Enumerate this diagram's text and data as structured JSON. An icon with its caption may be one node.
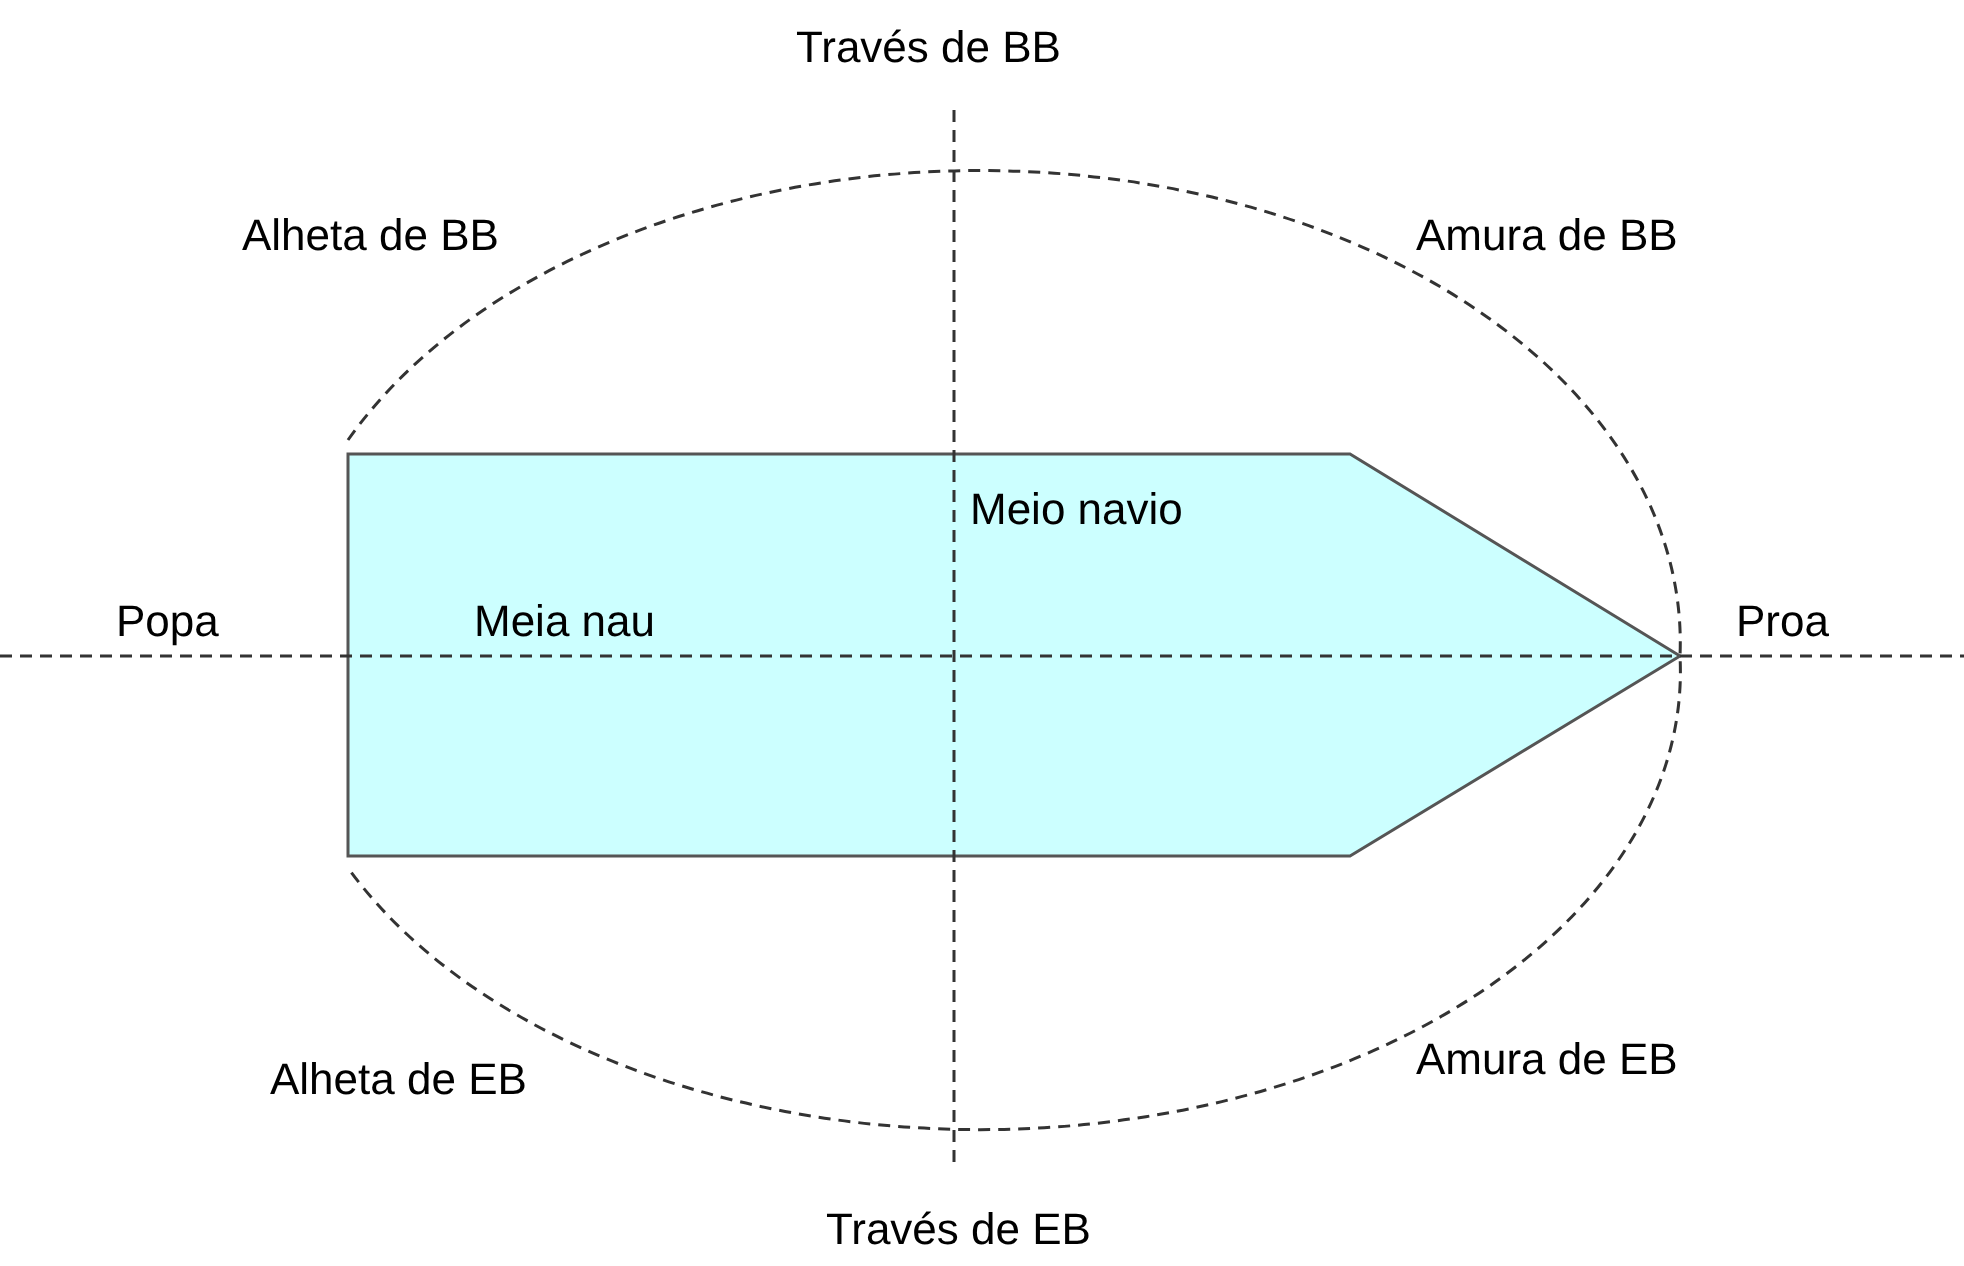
{
  "diagram": {
    "nodes": [
      {
        "text": [
          "Meio navio",
          "Meia nau"
        ]
      }
    ],
    "labels": [
      "Través de BB",
      "Alheta de BB",
      "Amura de BB",
      "Popa",
      "Proa",
      "Alheta de EB",
      "Amura de EB",
      "Través de EB"
    ]
  }
}
